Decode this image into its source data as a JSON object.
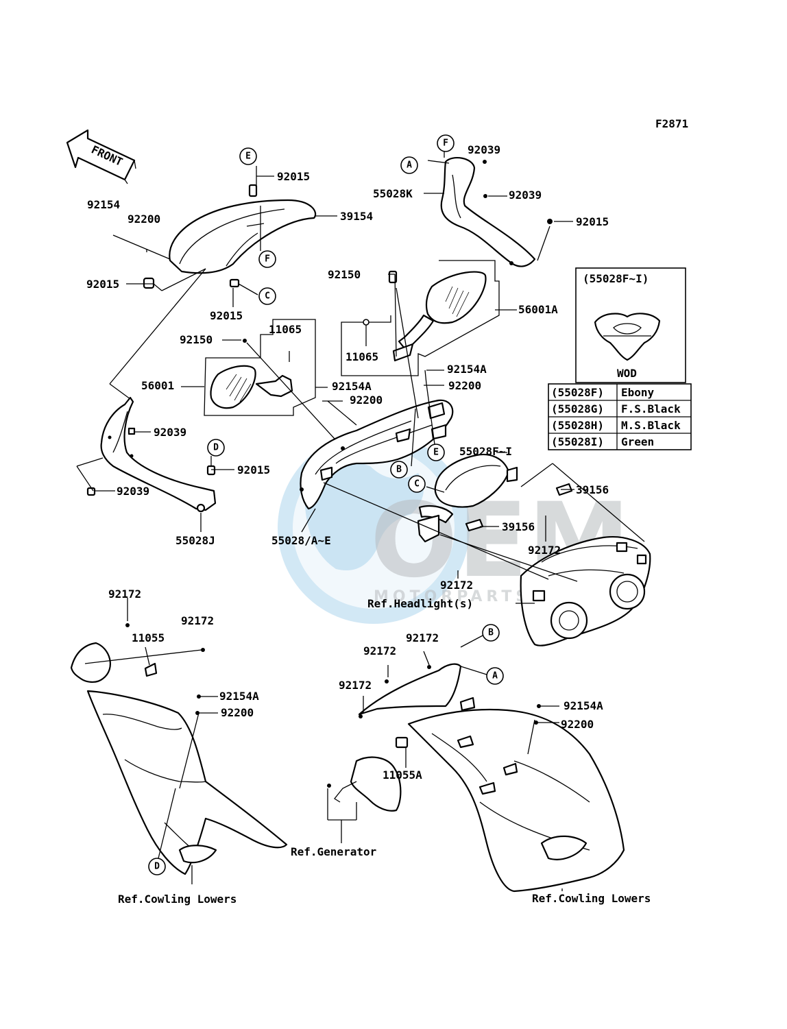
{
  "figure_code": "F2871",
  "front_label": "FRONT",
  "watermark": {
    "brand": "OEM",
    "sub": "MOTORPARTS"
  },
  "inset": {
    "title": "(55028F~I)",
    "caption": "WOD"
  },
  "color_table": [
    {
      "code": "(55028F)",
      "color": "Ebony"
    },
    {
      "code": "(55028G)",
      "color": "F.S.Black"
    },
    {
      "code": "(55028H)",
      "color": "M.S.Black"
    },
    {
      "code": "(55028I)",
      "color": "Green"
    }
  ],
  "labels": [
    "92015",
    "39154",
    "92154",
    "92200",
    "92015",
    "92015",
    "92039",
    "92039",
    "55028K",
    "92015",
    "92150",
    "56001A",
    "11065",
    "11065",
    "92150",
    "56001",
    "92154A",
    "92200",
    "92154A",
    "92200",
    "92039",
    "92015",
    "92039",
    "55028J",
    "55028/A~E",
    "55028F~I",
    "39156",
    "39156",
    "92172",
    "92172",
    "Ref.Headlight(s)",
    "92172",
    "92172",
    "11055",
    "92154A",
    "92200",
    "92172",
    "92172",
    "92172",
    "92154A",
    "92200",
    "11055A",
    "Ref.Generator",
    "Ref.Cowling Lowers",
    "Ref.Cowling Lowers"
  ],
  "callouts": [
    "E",
    "F",
    "C",
    "F",
    "A",
    "D",
    "B",
    "C",
    "E",
    "B",
    "A",
    "D"
  ]
}
